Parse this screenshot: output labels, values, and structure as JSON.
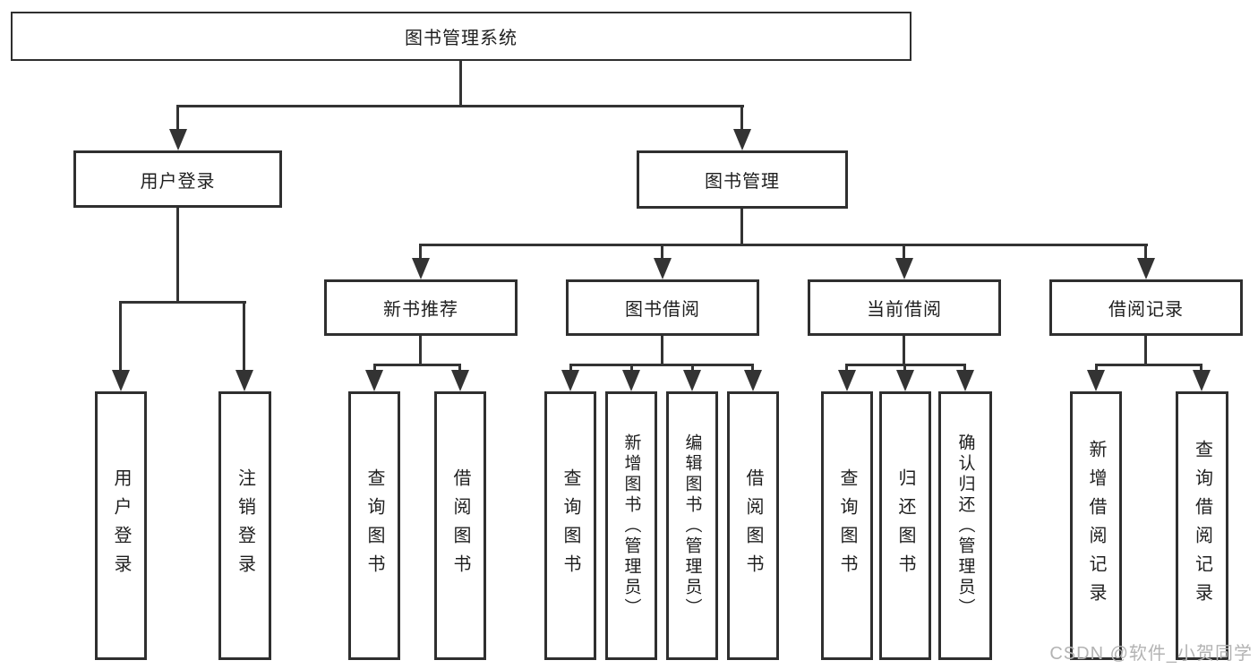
{
  "colors": {
    "line": "#333333",
    "box_border": "#2f2f2f",
    "box_fill": "#ffffff",
    "background": "#ffffff",
    "text": "#1f1f1f",
    "watermark": "#b3b3b3"
  },
  "watermark": {
    "text": "CSDN @软件_小贺同学"
  },
  "tree": {
    "root": "图书管理系统",
    "branches": [
      {
        "label": "用户登录",
        "children": [
          "用户登录",
          "注销登录"
        ]
      },
      {
        "label": "图书管理",
        "sections": [
          {
            "label": "新书推荐",
            "children": [
              "查询图书",
              "借阅图书"
            ]
          },
          {
            "label": "图书借阅",
            "children": [
              "查询图书",
              "新增图书（管理员）",
              "编辑图书（管理员）",
              "借阅图书"
            ]
          },
          {
            "label": "当前借阅",
            "children": [
              "查询图书",
              "归还图书",
              "确认归还（管理员）"
            ]
          },
          {
            "label": "借阅记录",
            "children": [
              "新增借阅记录",
              "查询借阅记录"
            ]
          }
        ]
      }
    ]
  }
}
